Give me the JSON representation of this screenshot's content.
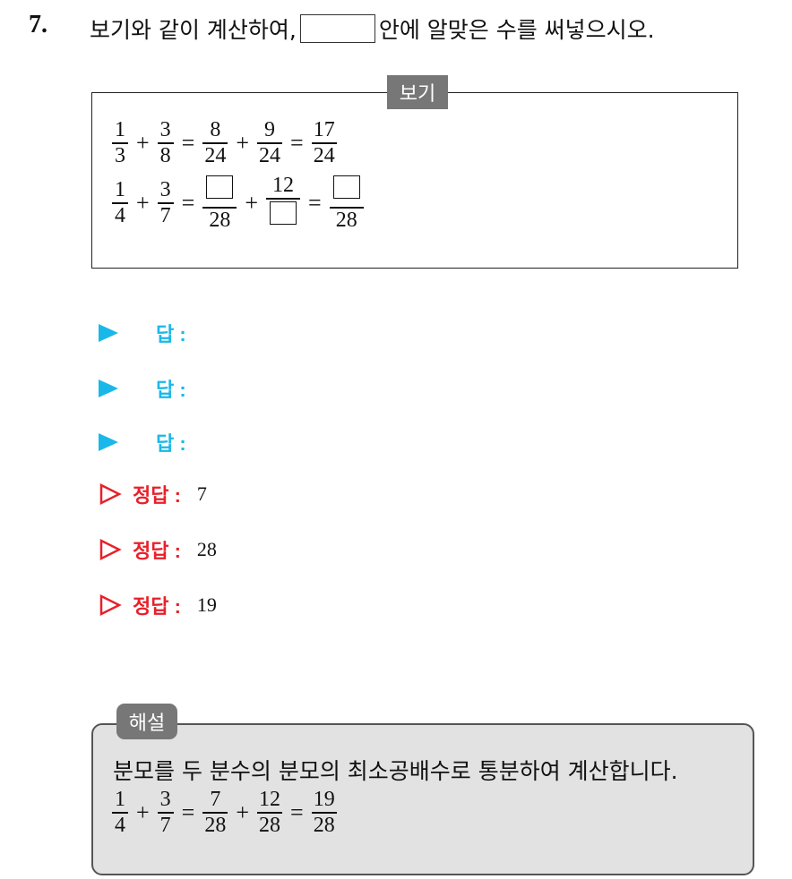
{
  "question": {
    "number": "7.",
    "text_before": "보기와 같이 계산하여,",
    "text_after": "안에 알맞은 수를 써넣으시오."
  },
  "example": {
    "label": "보기",
    "line1": {
      "a_n": "1",
      "a_d": "3",
      "b_n": "3",
      "b_d": "8",
      "c_n": "8",
      "c_d": "24",
      "d_n": "9",
      "d_d": "24",
      "e_n": "17",
      "e_d": "24"
    },
    "line2": {
      "a_n": "1",
      "a_d": "4",
      "b_n": "3",
      "b_d": "7",
      "c_d": "28",
      "d_n": "12",
      "e_d": "28"
    },
    "plus": "+",
    "equals": "="
  },
  "answers": {
    "blank_label": "답 :",
    "correct_label": "정답 :",
    "values": [
      "7",
      "28",
      "19"
    ]
  },
  "solution": {
    "label": "해설",
    "text": "분모를 두 분수의 분모의 최소공배수로 통분하여 계산합니다.",
    "eq": {
      "a_n": "1",
      "a_d": "4",
      "b_n": "3",
      "b_d": "7",
      "c_n": "7",
      "c_d": "28",
      "d_n": "12",
      "d_d": "28",
      "e_n": "19",
      "e_d": "28"
    }
  },
  "colors": {
    "answer_cyan": "#1ab8e8",
    "answer_red": "#e8202a",
    "tag_gray": "#777777",
    "solution_bg": "#e2e2e2"
  }
}
